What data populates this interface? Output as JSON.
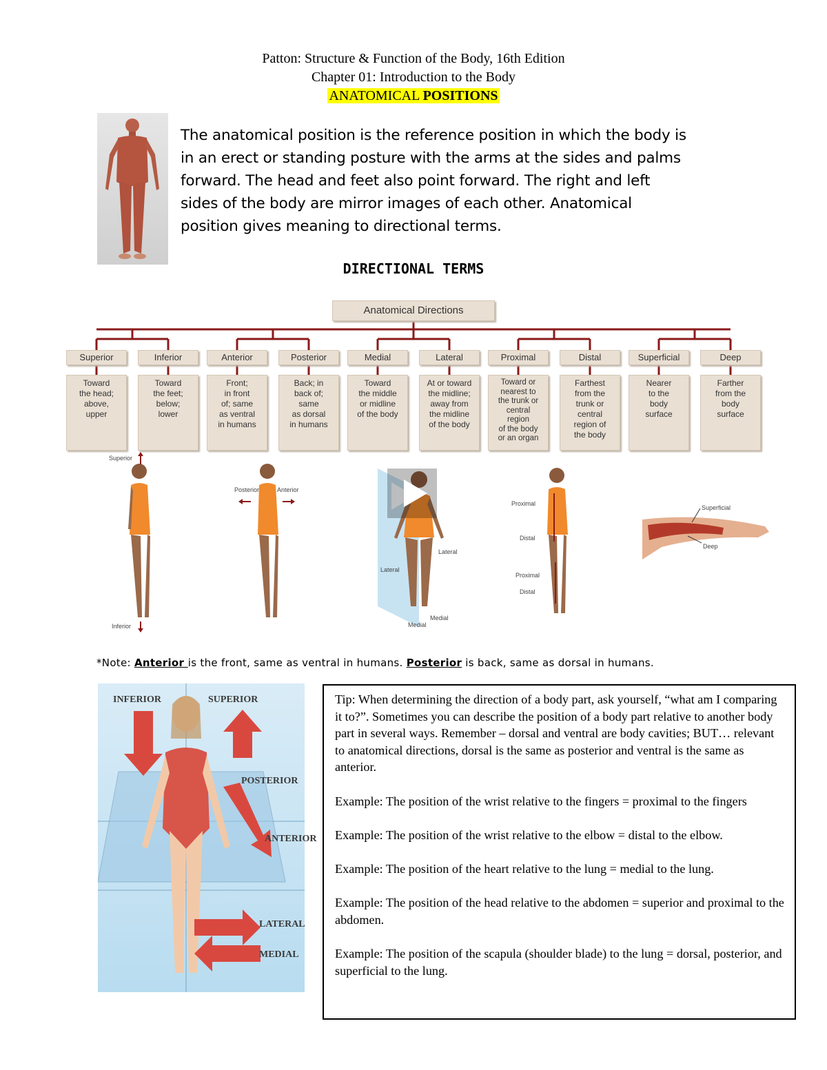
{
  "header": {
    "line1": "Patton: Structure & Function of the Body, 16th Edition",
    "line2": "Chapter 01: Introduction to the Body",
    "line3a": "ANATOMICAL ",
    "line3b": "POSITIONS"
  },
  "intro": "The anatomical position is the reference position in which the body is in an erect or standing posture with the arms at the sides and palms forward. The head and feet also point forward. The right and left sides of the body are mirror images of each other. Anatomical position gives meaning to directional terms.",
  "directional_title": "DIRECTIONAL TERMS",
  "chart": {
    "root": "Anatomical Directions",
    "terms": [
      {
        "term": "Superior",
        "def": "Toward\nthe head;\nabove,\nupper"
      },
      {
        "term": "Inferior",
        "def": "Toward\nthe feet;\nbelow;\nlower"
      },
      {
        "term": "Anterior",
        "def": "Front;\nin front\nof; same\nas ventral\nin humans"
      },
      {
        "term": "Posterior",
        "def": "Back; in\nback of;\nsame\nas dorsal\nin humans"
      },
      {
        "term": "Medial",
        "def": "Toward\nthe middle\nor midline\nof the body"
      },
      {
        "term": "Lateral",
        "def": "At or toward\nthe midline;\naway from\nthe midline\nof the body"
      },
      {
        "term": "Proximal",
        "def": "Toward or\nnearest to\nthe trunk or\ncentral\nregion\nof the body\nor an organ"
      },
      {
        "term": "Distal",
        "def": "Farthest\nfrom the\ntrunk or\ncentral\nregion of\nthe body"
      },
      {
        "term": "Superficial",
        "def": "Nearer\nto the\nbody\nsurface"
      },
      {
        "term": "Deep",
        "def": "Farther\nfrom the\nbody\nsurface"
      }
    ],
    "line_color": "#8b1a1a"
  },
  "figure_labels": {
    "superior": "Superior",
    "inferior": "Inferior",
    "posterior": "Posterior",
    "anterior": "Anterior",
    "lateral_l": "Lateral",
    "lateral_r": "Lateral",
    "medial_l": "Medial",
    "medial_r": "Medial",
    "proximal1": "Proximal",
    "distal1": "Distal",
    "proximal2": "Proximal",
    "distal2": "Distal",
    "superficial": "Superficial",
    "deep": "Deep"
  },
  "note": {
    "prefix": "*Note:   ",
    "anterior": "Anterior ",
    "mid": " is the front, same as ventral in humans. ",
    "posterior": "Posterior",
    "end": " is back, same as dorsal in humans."
  },
  "diagram_labels": {
    "inferior": "INFERIOR",
    "superior": "SUPERIOR",
    "posterior": "POSTERIOR",
    "anterior": "ANTERIOR",
    "lateral": "LATERAL",
    "medial": "MEDIAL"
  },
  "tip": [
    "Tip: When determining the direction of a body part, ask yourself, “what am I comparing it to?”. Sometimes you can describe the position of a body part relative to another body part in several ways. Remember – dorsal and ventral are body cavities; BUT… relevant to anatomical directions, dorsal is the same as posterior and ventral is the same as anterior.",
    "Example: The position of the wrist relative to the fingers = proximal to the fingers",
    "Example: The position of the wrist relative to the elbow = distal to the elbow.",
    "Example: The position of the heart relative to the lung = medial to the lung.",
    "Example: The position of the head relative to the abdomen = superior and proximal to the abdomen.",
    "Example: The position of the scapula (shoulder blade) to the lung = dorsal, posterior, and superficial to the lung."
  ]
}
